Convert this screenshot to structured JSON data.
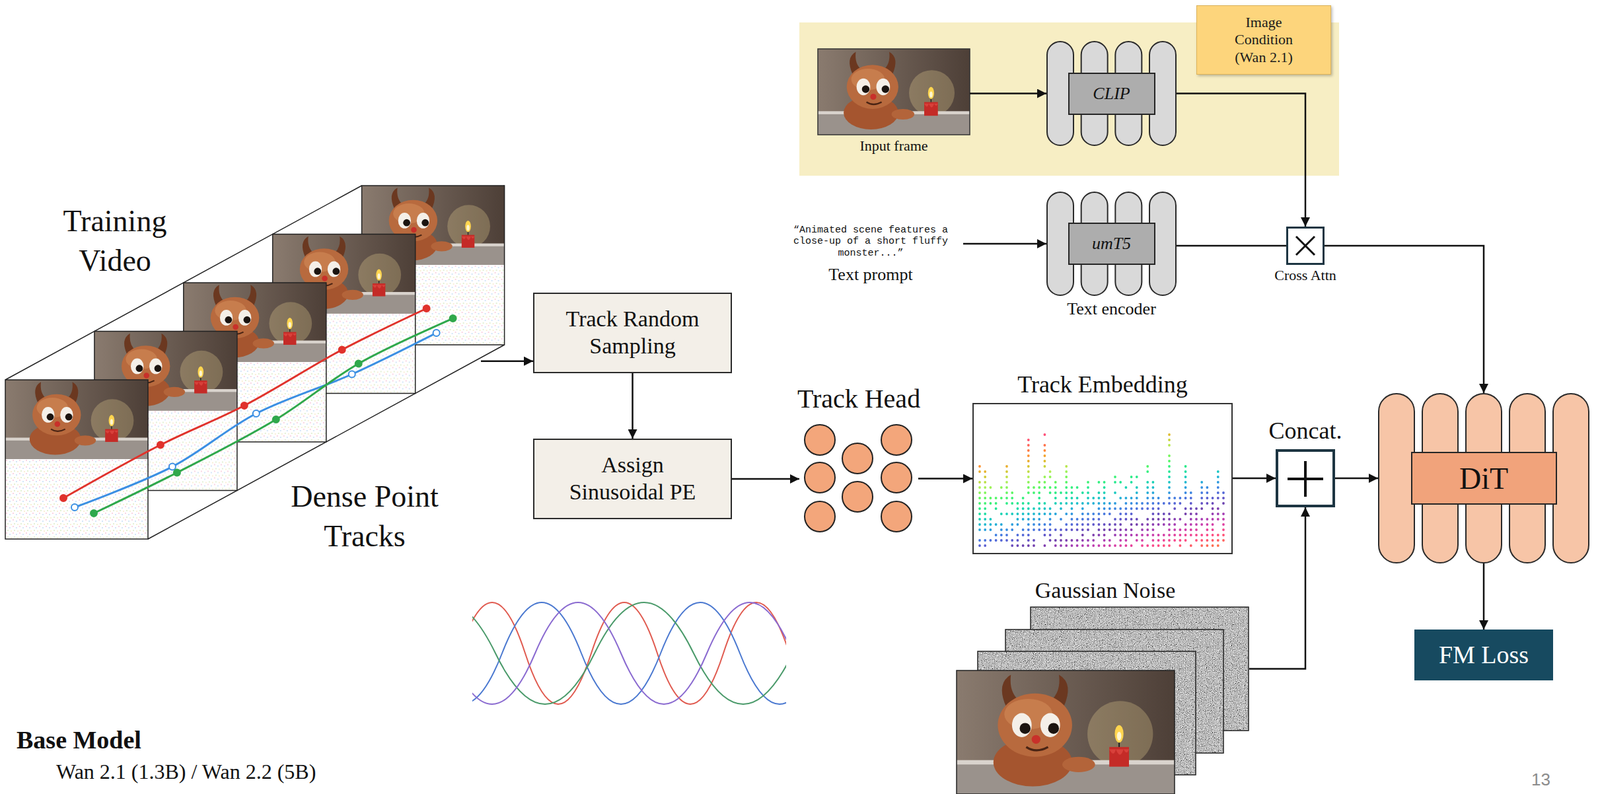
{
  "diagram": {
    "nodes": [
      {
        "text": [
          "Image Condition (Wan 2.1)"
        ]
      },
      {
        "text": [
          "Input frame"
        ],
        "in": 0
      },
      {
        "text": [
          "CLIP"
        ],
        "in": 0
      },
      {
        "text": [
          "“Animated scene features a close-up of a short fluffy monster...”",
          "Text prompt"
        ]
      },
      {
        "text": [
          "umT5",
          "Text encoder"
        ]
      },
      {
        "text": [
          "Cross Attn"
        ]
      },
      {
        "text": [
          "Training Video",
          "Dense Point Tracks"
        ]
      },
      {
        "text": [
          "Track Random Sampling"
        ]
      },
      {
        "text": [
          "Assign Sinusoidal PE"
        ]
      },
      {
        "text": [
          "Track Head"
        ]
      },
      {
        "text": [
          "Track Embedding"
        ]
      },
      {
        "text": [
          "Concat."
        ]
      },
      {
        "text": [
          "Gaussian Noise"
        ]
      },
      {
        "text": [
          "DiT"
        ]
      },
      {
        "text": [
          "FM Loss"
        ]
      }
    ],
    "edges": [
      {
        "from": 1,
        "to": 2,
        "arrow": "to"
      },
      {
        "from": 2,
        "to": 5,
        "arrow": "to"
      },
      {
        "from": 3,
        "to": 4,
        "arrow": "to"
      },
      {
        "from": 4,
        "to": 5,
        "arrow": "none"
      },
      {
        "from": 5,
        "to": 13,
        "arrow": "to"
      },
      {
        "from": 6,
        "to": 7,
        "arrow": "to"
      },
      {
        "from": 7,
        "to": 8,
        "arrow": "to"
      },
      {
        "from": 8,
        "to": 9,
        "arrow": "to"
      },
      {
        "from": 9,
        "to": 10,
        "arrow": "to"
      },
      {
        "from": 10,
        "to": 11,
        "arrow": "to"
      },
      {
        "from": 12,
        "to": 11,
        "arrow": "to"
      },
      {
        "from": 11,
        "to": 13,
        "arrow": "to"
      },
      {
        "from": 13,
        "to": 14,
        "arrow": "to"
      }
    ],
    "labels": [
      "Base Model",
      "Wan 2.1 (1.3B) / Wan 2.2 (5B)",
      "13"
    ]
  }
}
